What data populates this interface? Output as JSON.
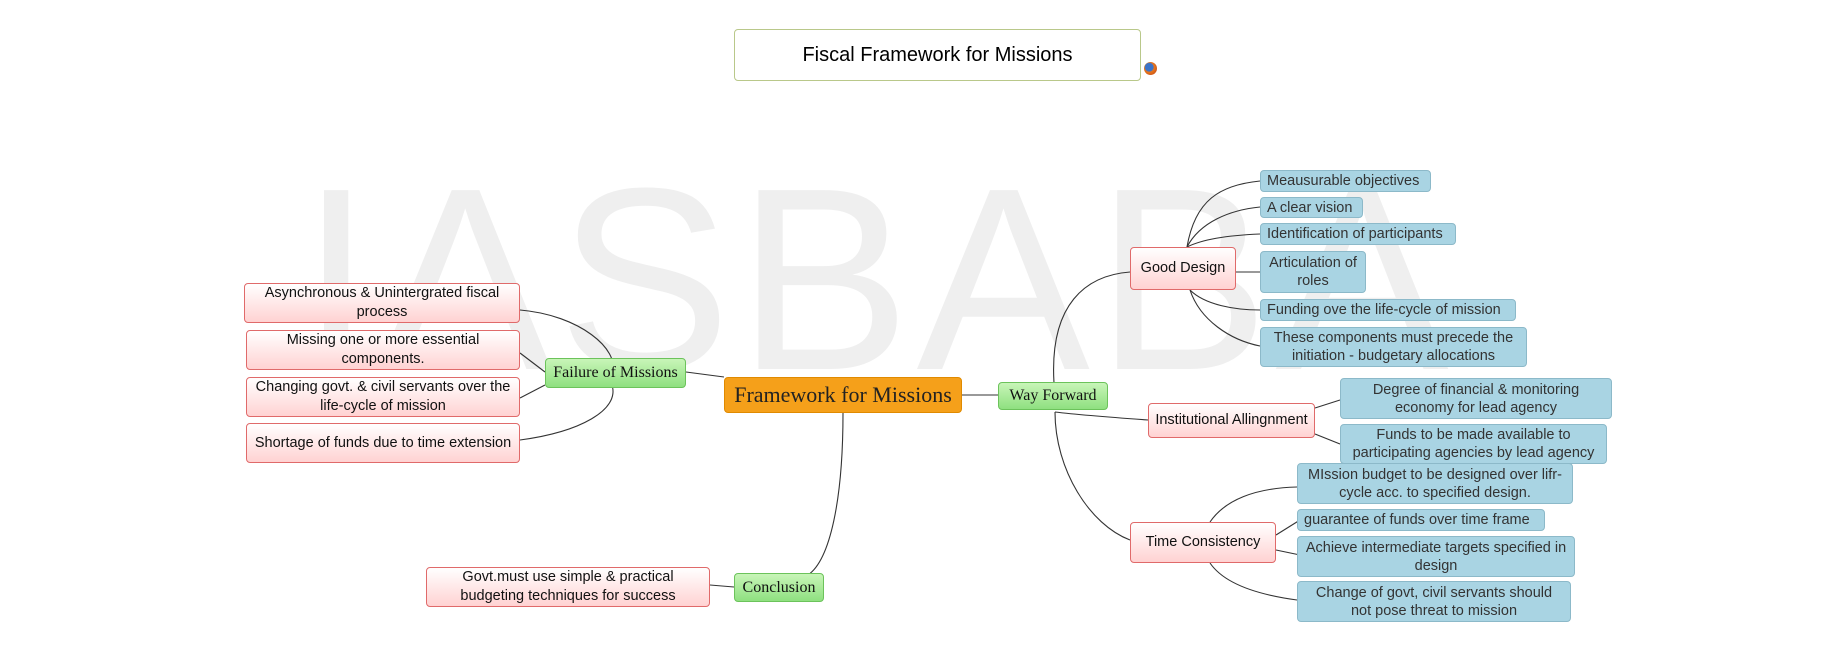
{
  "watermark": "IASBABA",
  "title": "Fiscal Framework for Missions",
  "colors": {
    "root": "#f5a01a",
    "branch": "#8fe080",
    "leaf_pink": "#ffd2d2",
    "leaf_blue": "#a9d4e3",
    "line": "#333333"
  },
  "center": "Framework for Missions",
  "branches": {
    "failure": {
      "label": "Failure of Missions",
      "items": [
        "Asynchronous & Unintergrated fiscal process",
        "Missing one or more essential components.",
        "Changing govt. & civil servants over the life-cycle of mission",
        "Shortage of funds due to time extension"
      ]
    },
    "conclusion": {
      "label": "Conclusion",
      "items": [
        "Govt.must use simple & practical budgeting techniques for success"
      ]
    },
    "way_forward": {
      "label": "Way Forward",
      "good_design": {
        "label": "Good Design",
        "items": [
          "Meausurable objectives",
          "A clear vision",
          "Identification of participants",
          "Articulation of roles",
          "Funding ove the life-cycle of mission",
          "These components must precede the initiation - budgetary allocations"
        ]
      },
      "institutional": {
        "label": "Institutional Allingnment",
        "items": [
          "Degree of financial & monitoring economy  for lead agency",
          "Funds to be made available to participating agencies by lead agency"
        ]
      },
      "time": {
        "label": "Time Consistency",
        "items": [
          "MIssion budget to be designed over lifr-cycle acc. to specified design.",
          "guarantee of funds over time frame",
          "Achieve intermediate targets specified in design",
          "Change of govt, civil servants should not pose threat to mission"
        ]
      }
    }
  }
}
